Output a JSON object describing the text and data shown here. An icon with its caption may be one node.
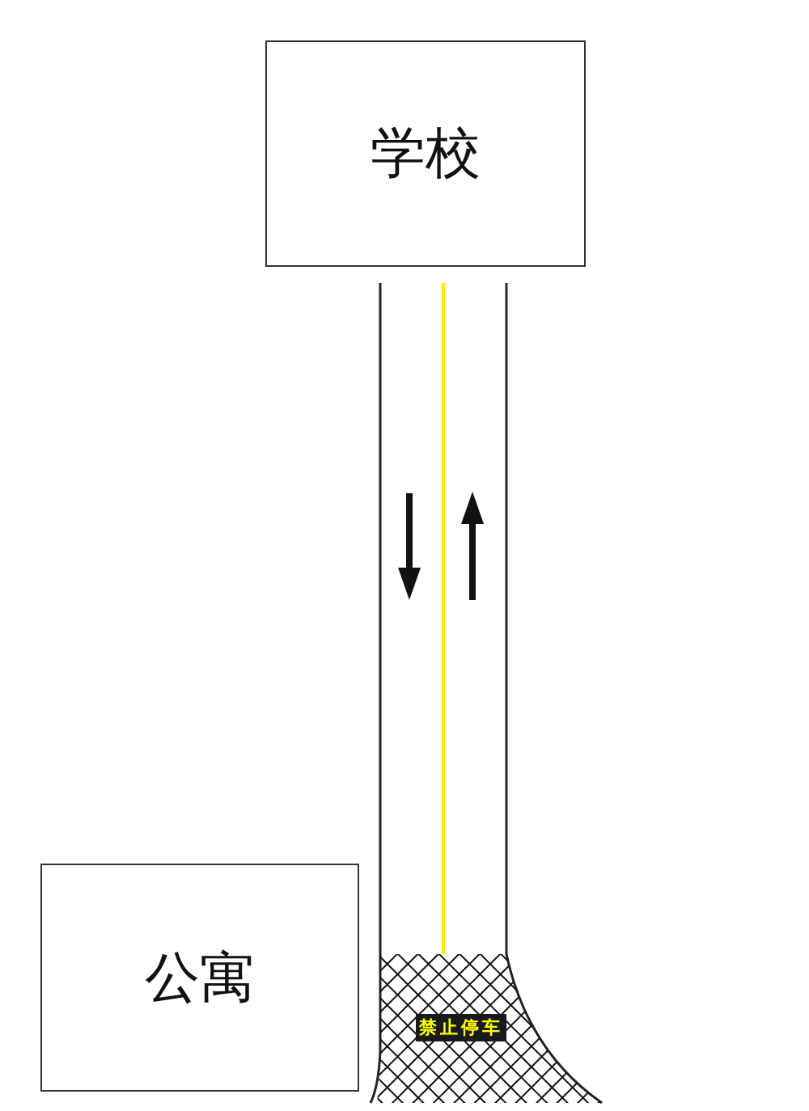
{
  "diagram": {
    "nodes": [
      {
        "text": [
          "学校"
        ]
      },
      {
        "text": [
          "公寓"
        ]
      },
      {
        "text": [
          "禁止停车"
        ]
      }
    ]
  }
}
